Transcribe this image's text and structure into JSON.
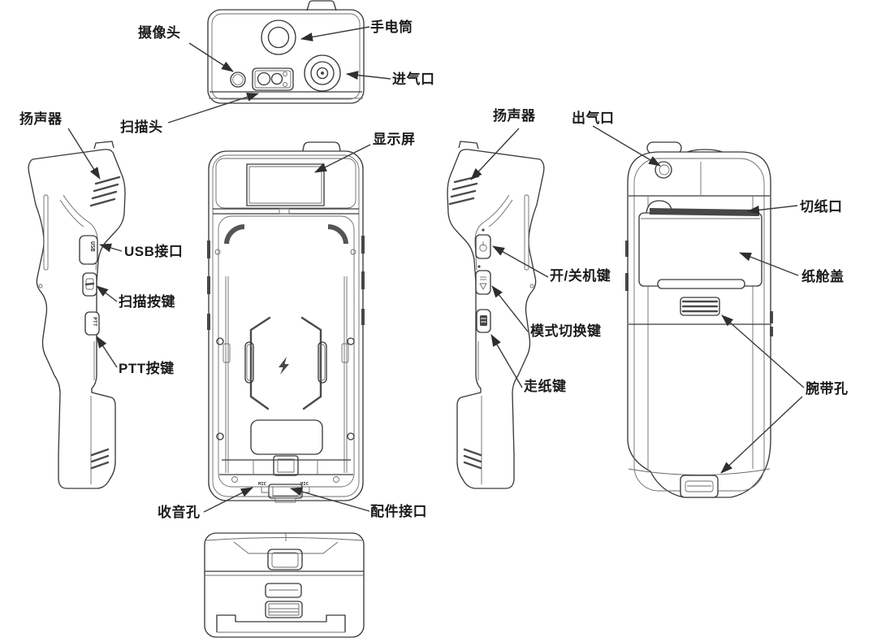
{
  "meta": {
    "background": "#ffffff",
    "line_color": "#3a3a3a",
    "text_color": "#1b1b1b",
    "dark_fill": "#474747"
  },
  "labels": {
    "camera": "摄像头",
    "flashlight": "手电筒",
    "air_inlet": "进气口",
    "scan_head": "扫描头",
    "speaker_left": "扬声器",
    "usb_port": "USB接口",
    "scan_button": "扫描按键",
    "ptt_button": "PTT按键",
    "display": "显示屏",
    "mic_hole": "收音孔",
    "accessory_port": "配件接口",
    "speaker_right": "扬声器",
    "power_key": "开/关机键",
    "mode_switch_key": "模式切换键",
    "paper_feed_key": "走纸键",
    "air_outlet": "出气口",
    "paper_cut_slot": "切纸口",
    "paper_cover": "纸舱盖",
    "wrist_strap_hole": "腕带孔"
  },
  "engravings": {
    "usb": "USB",
    "ptt": "PTT",
    "mic_left": "MIC",
    "mic_right": "MIC"
  }
}
